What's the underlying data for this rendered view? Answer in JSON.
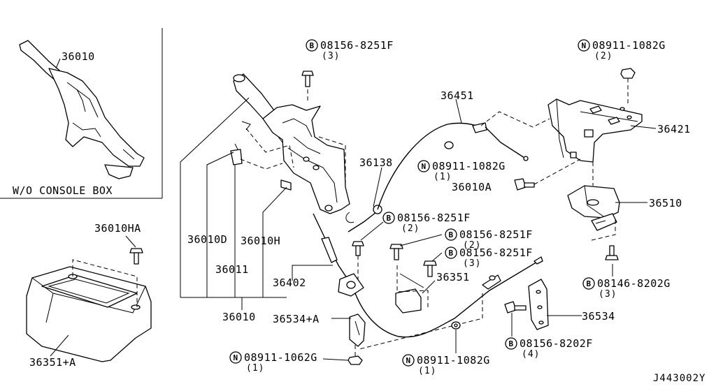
{
  "diagram": {
    "inset_caption": "W/O CONSOLE BOX",
    "diagram_code": "J443002Y",
    "part_numbers": {
      "p36010_inset": "36010",
      "p36010ha": "36010HA",
      "p36351a": "36351+A",
      "p36010d": "36010D",
      "p36010h": "36010H",
      "p36011": "36011",
      "p36010": "36010",
      "p36402": "36402",
      "p36138": "36138",
      "p36451": "36451",
      "p36421": "36421",
      "p36010a": "36010A",
      "p36510": "36510",
      "p36351": "36351",
      "p36534a": "36534+A",
      "p36534": "36534"
    },
    "fasteners": [
      {
        "symbol": "B",
        "part": "08156-8251F",
        "qty": "(3)"
      },
      {
        "symbol": "N",
        "part": "08911-1082G",
        "qty": "(2)"
      },
      {
        "symbol": "N",
        "part": "08911-1082G",
        "qty": "(1)"
      },
      {
        "symbol": "B",
        "part": "08156-8251F",
        "qty": "(2)"
      },
      {
        "symbol": "B",
        "part": "08156-8251F",
        "qty": "(2)"
      },
      {
        "symbol": "B",
        "part": "08156-8251F",
        "qty": "(3)"
      },
      {
        "symbol": "B",
        "part": "08146-8202G",
        "qty": "(3)"
      },
      {
        "symbol": "B",
        "part": "08156-8202F",
        "qty": "(4)"
      },
      {
        "symbol": "N",
        "part": "08911-1062G",
        "qty": "(1)"
      },
      {
        "symbol": "N",
        "part": "08911-1082G",
        "qty": "(1)"
      }
    ]
  }
}
